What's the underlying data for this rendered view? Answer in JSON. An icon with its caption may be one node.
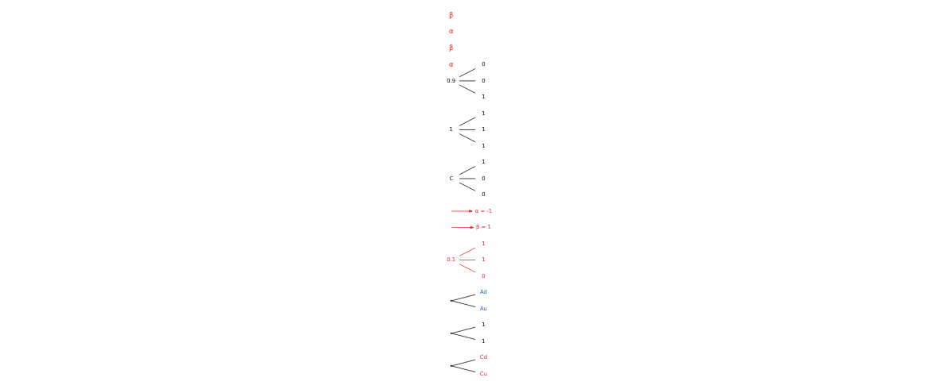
{
  "diagram": {
    "nodes": [
      {
        "text": [
          "0.9"
        ]
      },
      {
        "text": [
          "1"
        ]
      },
      {
        "text": [
          "0"
        ]
      },
      {
        "text": [
          "0"
        ]
      },
      {
        "text": [
          "1"
        ]
      },
      {
        "text": [
          "1"
        ]
      },
      {
        "text": [
          "1"
        ]
      },
      {
        "text": [
          "1"
        ]
      },
      {
        "text": [
          "C"
        ]
      },
      {
        "text": [
          "0"
        ]
      },
      {
        "text": [
          "0"
        ]
      },
      {
        "text": [
          "1"
        ]
      },
      {
        "text": [
          "α = -1"
        ]
      },
      {
        "text": [
          "β = 1"
        ]
      },
      {
        "text": [
          "0.1"
        ]
      },
      {
        "text": [
          "0"
        ]
      },
      {
        "text": [
          "1"
        ]
      },
      {
        "text": [
          "1"
        ]
      },
      {
        "text": [],
        "shape": "point"
      },
      {
        "text": [
          "Au"
        ]
      },
      {
        "text": [
          "Ad"
        ]
      },
      {
        "text": [],
        "shape": "point"
      },
      {
        "text": [
          "1"
        ]
      },
      {
        "text": [
          "1"
        ]
      },
      {
        "text": [],
        "shape": "point"
      },
      {
        "text": [
          "Cu"
        ]
      },
      {
        "text": [
          "Cd"
        ]
      }
    ],
    "edges": [
      {
        "from": 0,
        "to": 1,
        "arrow": "none"
      },
      {
        "from": 0,
        "to": 2,
        "arrow": "none"
      },
      {
        "from": 0,
        "to": 3,
        "arrow": "none"
      },
      {
        "from": 4,
        "to": 5,
        "arrow": "none"
      },
      {
        "from": 4,
        "to": 6,
        "arrow": "none"
      },
      {
        "from": 4,
        "to": 7,
        "arrow": "none"
      },
      {
        "from": 8,
        "to": 9,
        "arrow": "none"
      },
      {
        "from": 8,
        "to": 10,
        "arrow": "none"
      },
      {
        "from": 8,
        "to": 11,
        "arrow": "none"
      },
      {
        "from": null,
        "to": 12,
        "arrow": "to",
        "color": "#e8202a"
      },
      {
        "from": null,
        "to": 13,
        "arrow": "to",
        "color": "#e8202a"
      },
      {
        "from": 14,
        "to": 15,
        "arrow": "none",
        "color": "#e8202a"
      },
      {
        "from": 14,
        "to": 16,
        "arrow": "none",
        "color": "#e8202a"
      },
      {
        "from": 14,
        "to": 17,
        "arrow": "none",
        "color": "#e8202a"
      },
      {
        "from": 18,
        "to": 19,
        "arrow": "none"
      },
      {
        "from": 18,
        "to": 20,
        "arrow": "none"
      },
      {
        "from": 21,
        "to": 22,
        "arrow": "none"
      },
      {
        "from": 21,
        "to": 23,
        "arrow": "none"
      },
      {
        "from": 24,
        "to": 25,
        "arrow": "none"
      },
      {
        "from": 24,
        "to": 26,
        "arrow": "none"
      }
    ],
    "labels": [
      "α",
      "β",
      "α",
      "β"
    ]
  }
}
